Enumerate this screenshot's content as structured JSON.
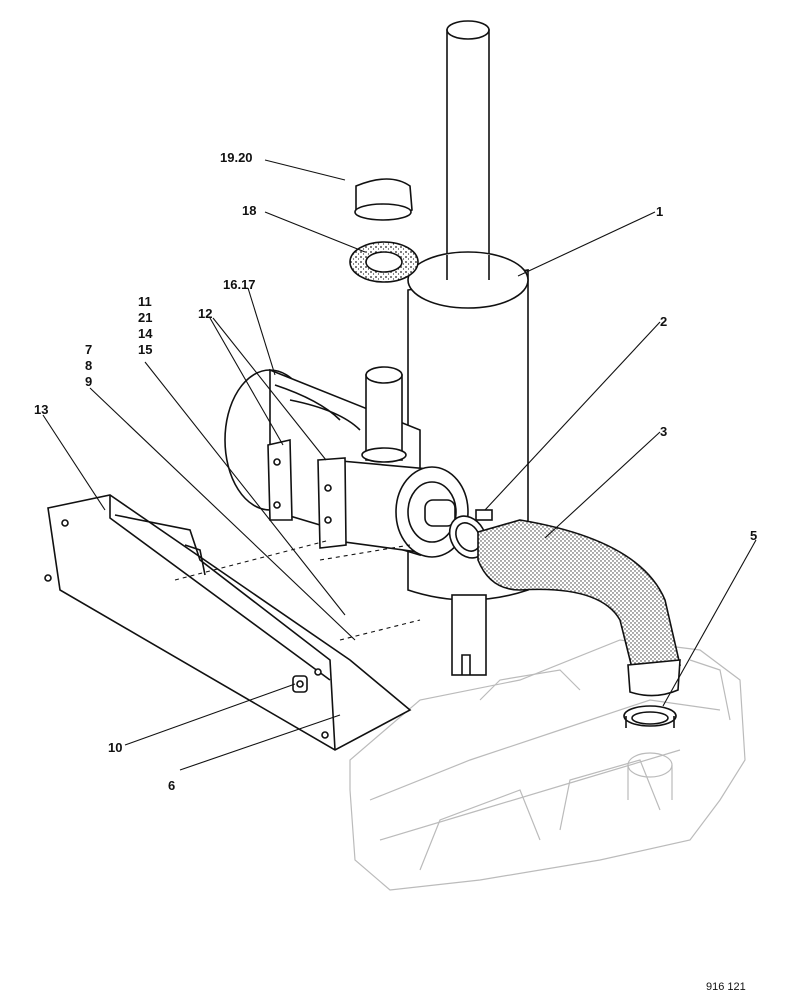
{
  "callouts": {
    "c1": "1",
    "c2": "2",
    "c3": "3",
    "c5": "5",
    "c6": "6",
    "c7": "7",
    "c8": "8",
    "c9": "9",
    "c10": "10",
    "c11": "11",
    "c21": "21",
    "c14": "14",
    "c15": "15",
    "c12": "12",
    "c13": "13",
    "c1617": "16.17",
    "c18": "18",
    "c1920": "19.20"
  },
  "drawing_number": "916 121"
}
